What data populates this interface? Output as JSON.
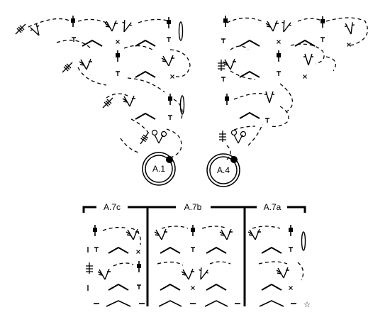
{
  "diagram": {
    "charts": [
      {
        "id": "A.1",
        "label": "A.1",
        "kind": "round-start-left"
      },
      {
        "id": "A.4",
        "label": "A.4",
        "kind": "round-start-right"
      }
    ],
    "repeat_chart": {
      "sections": [
        {
          "id": "A.7c",
          "label": "A.7c"
        },
        {
          "id": "A.7b",
          "label": "A.7b"
        },
        {
          "id": "A.7a",
          "label": "A.7a"
        }
      ],
      "end_marker": "☆"
    },
    "symbols": {
      "chain": "dashed-line",
      "slip_stitch": "x-mark",
      "half_treble": "T",
      "treble_group": "V-cluster",
      "chain_space": "chevron",
      "picot_loop": "oval",
      "start_marker": "filled-dot"
    },
    "colors": {
      "ink": "#000000",
      "background": "#ffffff"
    }
  }
}
